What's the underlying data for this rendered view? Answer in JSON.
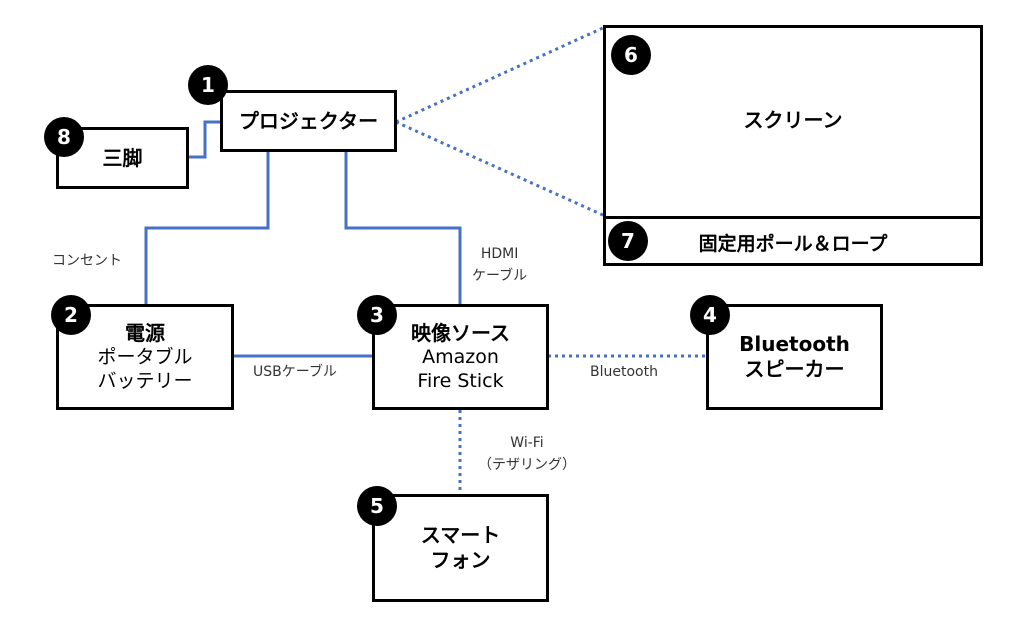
{
  "nodes": {
    "projector": {
      "badge": "1",
      "title": "プロジェクター"
    },
    "power": {
      "badge": "2",
      "title": "電源",
      "line1": "ポータブル",
      "line2": "バッテリー"
    },
    "source": {
      "badge": "3",
      "title": "映像ソース",
      "line1": "Amazon",
      "line2": "Fire Stick"
    },
    "speaker": {
      "badge": "4",
      "title1": "Bluetooth",
      "title2": "スピーカー"
    },
    "phone": {
      "badge": "5",
      "title1": "スマート",
      "title2": "フォン"
    },
    "screen": {
      "badge": "6",
      "title": "スクリーン"
    },
    "pole": {
      "badge": "7",
      "title": "固定用ポール＆ロープ"
    },
    "tripod": {
      "badge": "8",
      "title": "三脚"
    }
  },
  "edges": {
    "outlet": "コンセント",
    "hdmi_line1": "HDMI",
    "hdmi_line2": "ケーブル",
    "usb": "USBケーブル",
    "bluetooth": "Bluetooth",
    "wifi_line1": "Wi-Fi",
    "wifi_line2": "（テザリング）"
  },
  "colors": {
    "cable": "#4472C4",
    "wireless": "#4472C4",
    "box_border": "#000000"
  }
}
